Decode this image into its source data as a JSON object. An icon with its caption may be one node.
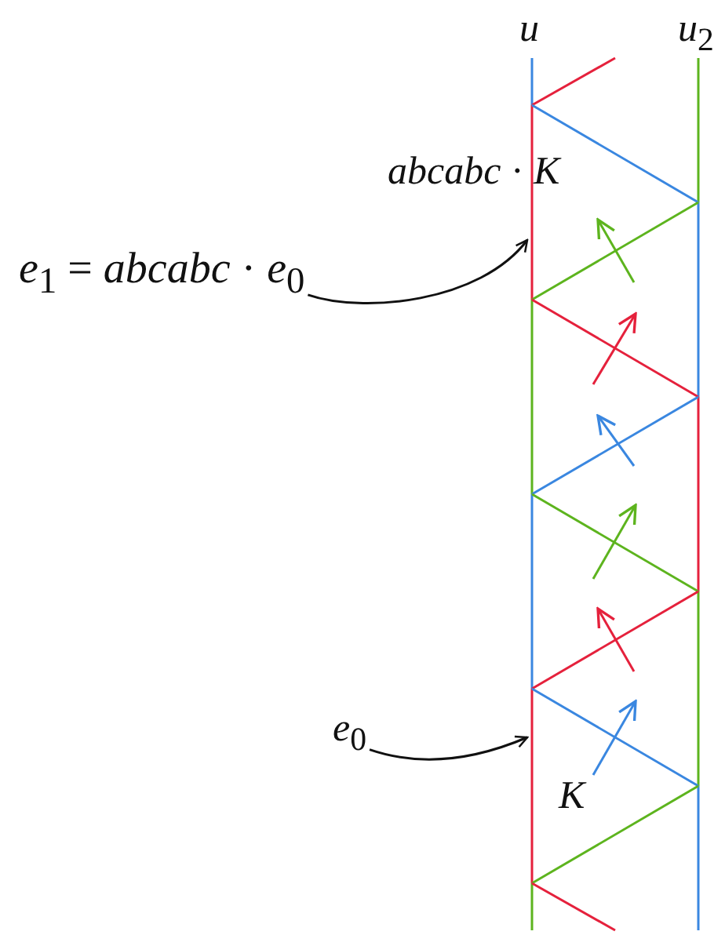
{
  "diagram": {
    "nodes": [
      {
        "text": [
          "*e*$_{1}$ =  *abcabc* · *e*$_{0}$"
        ]
      },
      {
        "text": [
          "*e*$_{0}$"
        ]
      }
    ],
    "edges": [
      {
        "from": 0,
        "to": null,
        "arrow": "to"
      },
      {
        "from": 1,
        "to": null,
        "arrow": "to"
      }
    ],
    "labels": [
      "*u*",
      "*u*$_{2}$",
      "*abcabc* · *K*",
      "*K*"
    ]
  }
}
